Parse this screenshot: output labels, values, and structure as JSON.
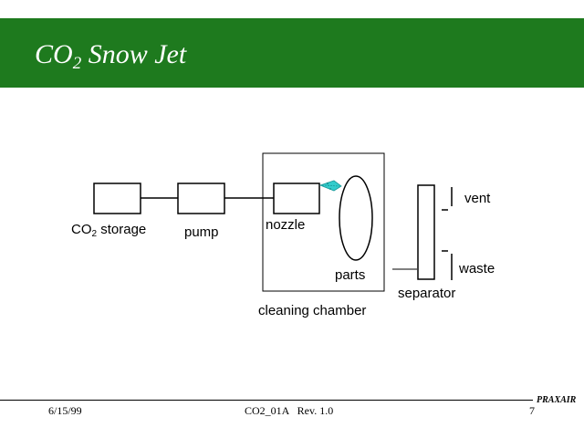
{
  "slide": {
    "title_main": "CO",
    "title_sub": "2",
    "title_rest": " Snow Jet"
  },
  "diagram": {
    "labels": {
      "co2_storage_main": "CO",
      "co2_storage_sub": "2",
      "co2_storage_rest": " storage",
      "pump": "pump",
      "nozzle": "nozzle",
      "parts": "parts",
      "cleaning_chamber": "cleaning chamber",
      "separator": "separator",
      "vent": "vent",
      "waste": "waste"
    },
    "colors": {
      "jet": "#33cccc",
      "line": "#000000"
    }
  },
  "footer": {
    "date": "6/15/99",
    "doc_id": "CO2_01A   Rev. 1.0",
    "page_number": "7",
    "brand": "PRAXAIR"
  },
  "theme": {
    "title_bar_color": "#1e7a1e",
    "title_text_color": "#ffffff"
  }
}
